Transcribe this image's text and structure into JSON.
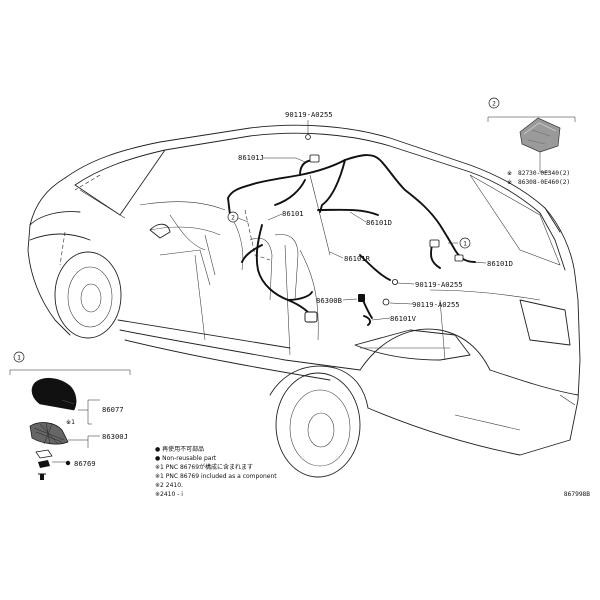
{
  "diagram_id": "867998B",
  "callouts": {
    "c1": "1",
    "c2": "2"
  },
  "parts": {
    "p_90119_top": "90119-A0255",
    "p_86101J": "86101J",
    "p_86101": "86101",
    "p_86101D_mid": "86101D",
    "p_86101R": "86101R",
    "p_86101D_right": "86101D",
    "p_90119_r1": "90119-A0255",
    "p_86300B": "86300B",
    "p_90119_r2": "90119-A0255",
    "p_86101V": "86101V",
    "p_86077": "86077",
    "p_86300J": "86300J",
    "p_86769": "86769",
    "p_82730": "82730-0E340(2)",
    "p_86308": "86308-0E460(2)"
  },
  "inset_markers": {
    "m1": "※1",
    "m2_a": "※",
    "m2_b": "※"
  },
  "legend": {
    "line1_jp": "● 再使用不可部品",
    "line2_en": "● Non-reusable part",
    "line3_jp": "※1 PNC 86769が構成に含まれます",
    "line4_en": "※1 PNC 86769 included as a component",
    "line5": "※2          2410.",
    "line6": "※2410 -     i"
  }
}
